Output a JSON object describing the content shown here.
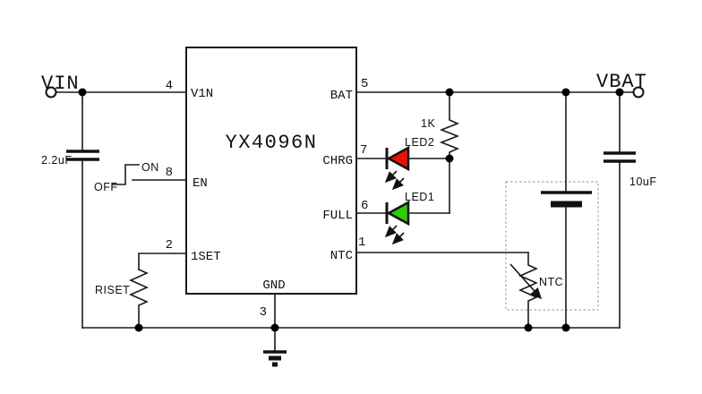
{
  "ic": {
    "part_number": "YX4096N",
    "pins": [
      {
        "num": "4",
        "label": "V1N",
        "side": "left"
      },
      {
        "num": "8",
        "label": "EN",
        "side": "left"
      },
      {
        "num": "2",
        "label": "1SET",
        "side": "left"
      },
      {
        "num": "3",
        "label": "GND",
        "side": "bottom"
      },
      {
        "num": "5",
        "label": "BAT",
        "side": "right"
      },
      {
        "num": "7",
        "label": "CHRG",
        "side": "right"
      },
      {
        "num": "6",
        "label": "FULL",
        "side": "right"
      },
      {
        "num": "1",
        "label": "NTC",
        "side": "right"
      }
    ]
  },
  "terminals": {
    "input": "VIN",
    "output": "VBAT"
  },
  "components": {
    "input_capacitor": "2.2uF",
    "output_capacitor": "10uF",
    "set_resistor": "RISET",
    "led_resistor": "1K",
    "charge_led": "LED2",
    "full_led": "LED1",
    "thermistor": "NTC",
    "enable_on": "ON",
    "enable_off": "OFF"
  },
  "colors": {
    "wire": "#1a1a1a",
    "charge_led_fill": "#ee1100",
    "full_led_fill": "#2ecc00",
    "dashed_box": "#b5b5b5"
  }
}
